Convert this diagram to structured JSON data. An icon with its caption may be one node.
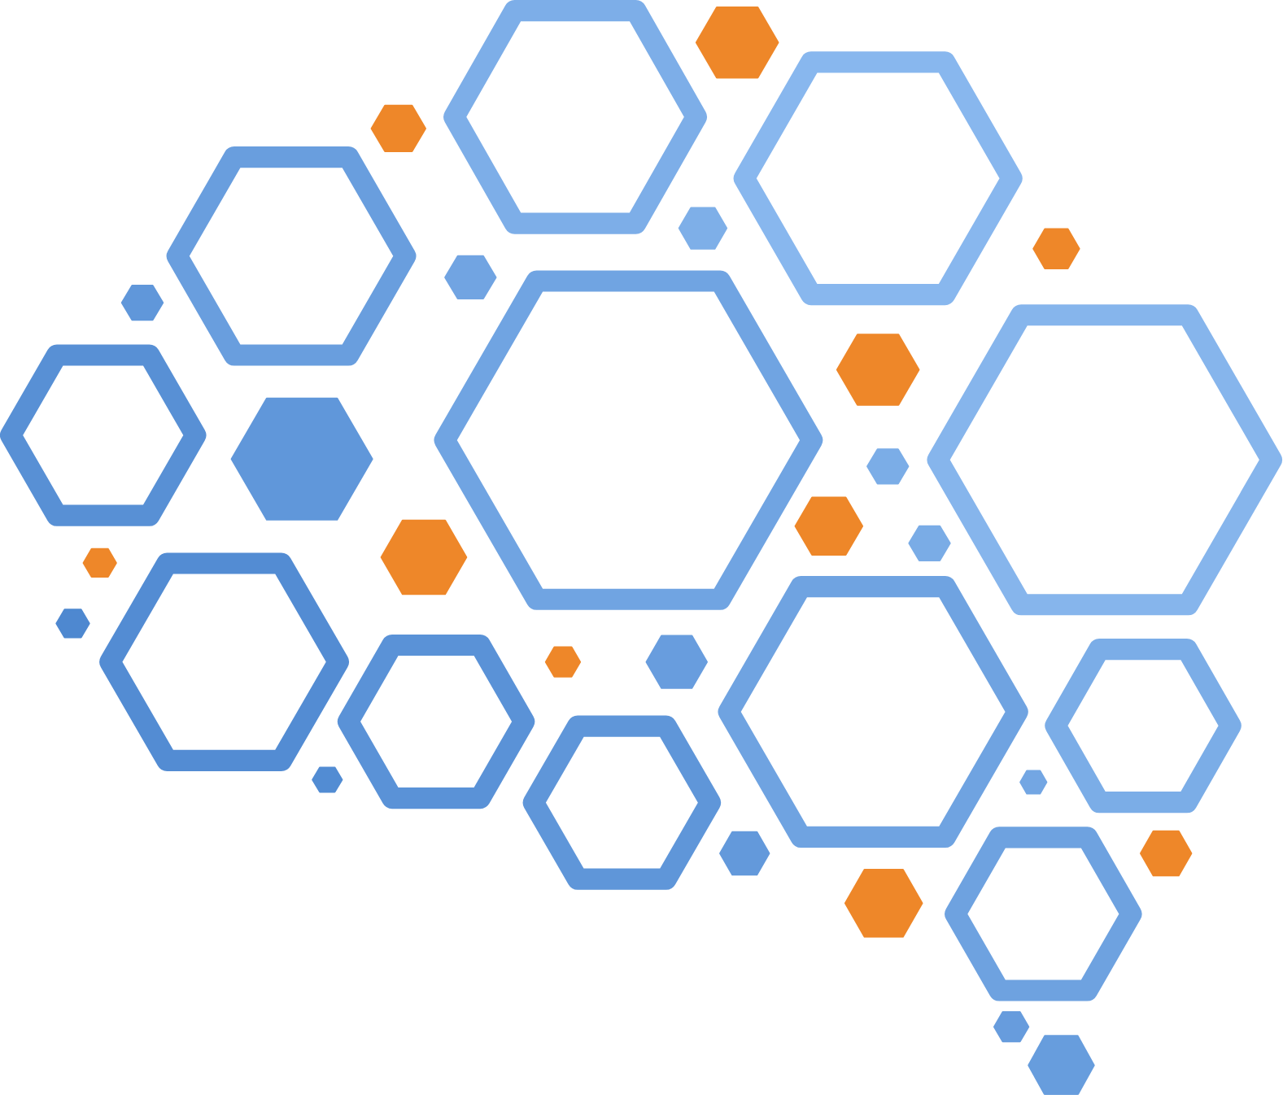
{
  "diagram": {
    "nodes": [
      {
        "text": [],
        "shape": "hexagon"
      },
      {
        "text": [],
        "shape": "hexagon"
      },
      {
        "text": [],
        "shape": "hexagon"
      },
      {
        "text": [],
        "shape": "hexagon"
      },
      {
        "text": [],
        "shape": "hexagon"
      },
      {
        "text": [],
        "shape": "hexagon"
      },
      {
        "text": [],
        "shape": "hexagon"
      },
      {
        "text": [],
        "shape": "hexagon"
      },
      {
        "text": [],
        "shape": "hexagon"
      },
      {
        "text": [],
        "shape": "hexagon"
      },
      {
        "text": [],
        "shape": "hexagon"
      },
      {
        "text": [],
        "shape": "hexagon"
      },
      {
        "text": [],
        "shape": "hexagon"
      },
      {
        "text": [],
        "shape": "hexagon"
      },
      {
        "text": [],
        "shape": "hexagon"
      },
      {
        "text": [],
        "shape": "hexagon"
      },
      {
        "text": [],
        "shape": "hexagon"
      },
      {
        "text": [],
        "shape": "hexagon"
      },
      {
        "text": [],
        "shape": "hexagon"
      },
      {
        "text": [],
        "shape": "hexagon"
      },
      {
        "text": [],
        "shape": "hexagon"
      },
      {
        "text": [],
        "shape": "hexagon"
      },
      {
        "text": [],
        "shape": "hexagon"
      },
      {
        "text": [],
        "shape": "hexagon"
      },
      {
        "text": [],
        "shape": "hexagon"
      },
      {
        "text": [],
        "shape": "hexagon"
      },
      {
        "text": [],
        "shape": "hexagon"
      },
      {
        "text": [],
        "shape": "hexagon"
      },
      {
        "text": [],
        "shape": "hexagon"
      },
      {
        "text": [],
        "shape": "hexagon"
      },
      {
        "text": [],
        "shape": "hexagon"
      },
      {
        "text": [],
        "shape": "hexagon"
      },
      {
        "text": [],
        "shape": "hexagon"
      },
      {
        "text": [],
        "shape": "hexagon"
      },
      {
        "text": [],
        "shape": "hexagon"
      }
    ]
  }
}
